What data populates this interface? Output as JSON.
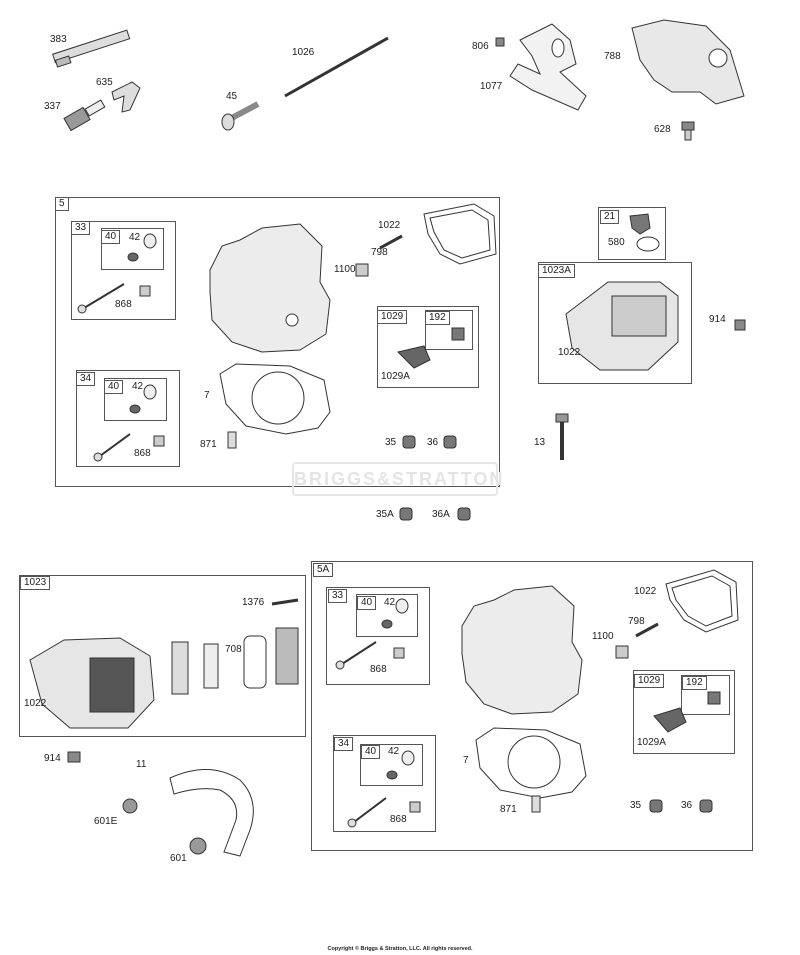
{
  "watermark": "BRIGGS&STRATTON",
  "copyright": "Copyright © Briggs & Stratton, LLC. All rights reserved.",
  "groups": {
    "g5": "5",
    "g33a": "33",
    "g40a": "40",
    "g34a": "34",
    "g40b": "40",
    "g1029a": "1029",
    "g192a": "192",
    "g21": "21",
    "g1023a": "1023A",
    "g1023": "1023",
    "g5a": "5A",
    "g33b": "33",
    "g40c": "40",
    "g34b": "34",
    "g40d": "40",
    "g1029b": "1029",
    "g192b": "192"
  },
  "labels": {
    "p383": "383",
    "p635": "635",
    "p337": "337",
    "p1026": "1026",
    "p45": "45",
    "p806": "806",
    "p1077": "1077",
    "p788": "788",
    "p628": "628",
    "p42a": "42",
    "p868a": "868",
    "p1022a": "1022",
    "p1100a": "1100",
    "p798a": "798",
    "p1029Aa": "1029A",
    "p7a": "7",
    "p42b": "42",
    "p868b": "868",
    "p871a": "871",
    "p35a": "35",
    "p36a": "36",
    "p35Aa": "35A",
    "p36Aa": "36A",
    "p580": "580",
    "p1022b": "1022",
    "p914a": "914",
    "p13": "13",
    "p1376": "1376",
    "p708": "708",
    "p1022c": "1022",
    "p914b": "914",
    "p11": "11",
    "p601E": "601E",
    "p601": "601",
    "p42c": "42",
    "p868c": "868",
    "p1022d": "1022",
    "p1100b": "1100",
    "p798b": "798",
    "p1029Ab": "1029A",
    "p7b": "7",
    "p42d": "42",
    "p868d": "868",
    "p871b": "871",
    "p35b": "35",
    "p36b": "36"
  }
}
